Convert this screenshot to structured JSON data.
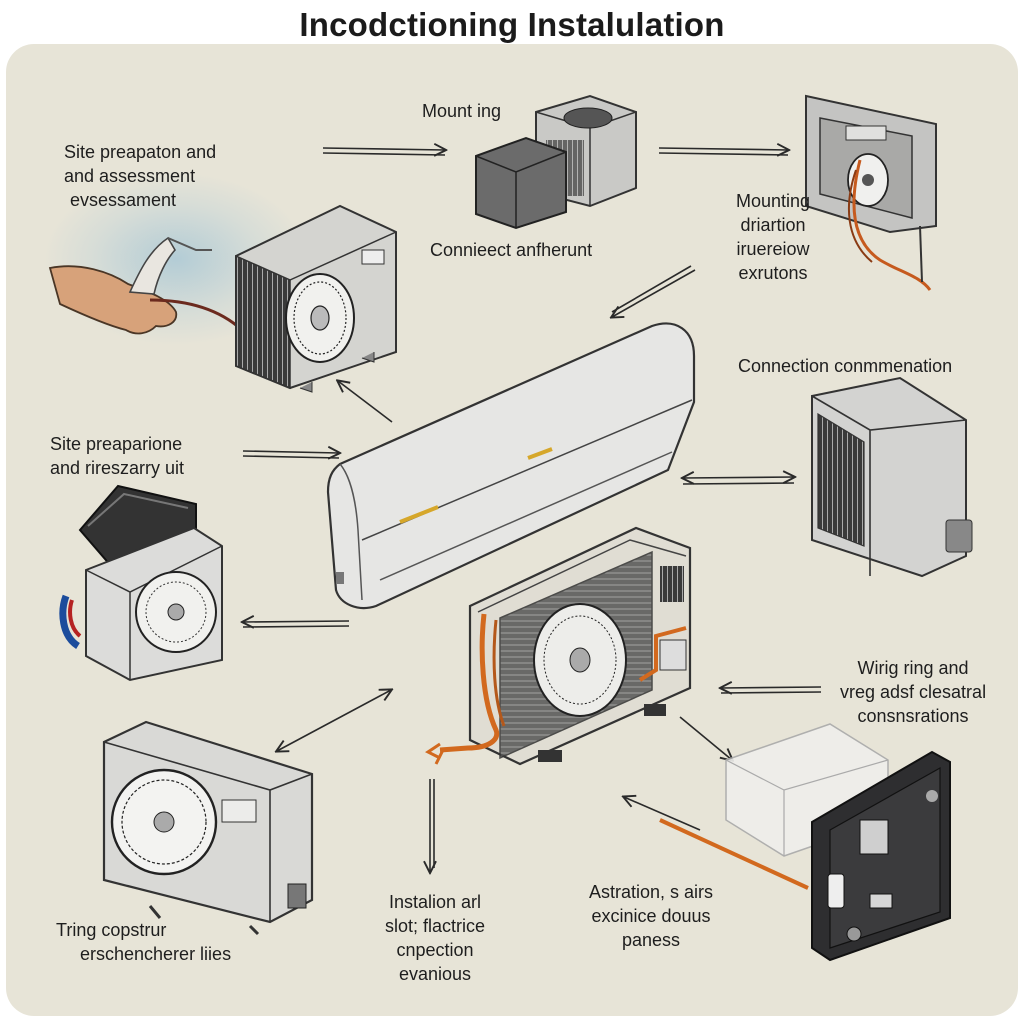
{
  "title": "Incodctioning Instalulation",
  "labels": {
    "site_prep": [
      "Site preapaton and",
      "and assessment",
      "evsessament"
    ],
    "mounting_top": "Mount ing",
    "connect": "Connieect anfherunt",
    "mounting_right": [
      "Mounting",
      "driartion",
      "iruereiow",
      "exrutons"
    ],
    "connection_comm": "Connection conmmenation",
    "site_prep_unit": [
      "Site preaparione",
      "and rireszarry uit"
    ],
    "wiring": [
      "Wirig ring and",
      "vreg adsf clesatral",
      "consnsrations"
    ],
    "testing": [
      "Tring copstrur",
      "erschencherer liies"
    ],
    "installation": [
      "Instalion arl",
      "slot; flactrice",
      "cnpection",
      "evanious"
    ],
    "astration": [
      "Astration, s airs",
      "excinice douus",
      "paness"
    ]
  },
  "colors": {
    "background": "#e7e4d7",
    "unit_body": "#d9d9d6",
    "dark_unit": "#2e2e30",
    "copper_pipe": "#d2691e",
    "accent_yellow": "#d6a72a"
  }
}
